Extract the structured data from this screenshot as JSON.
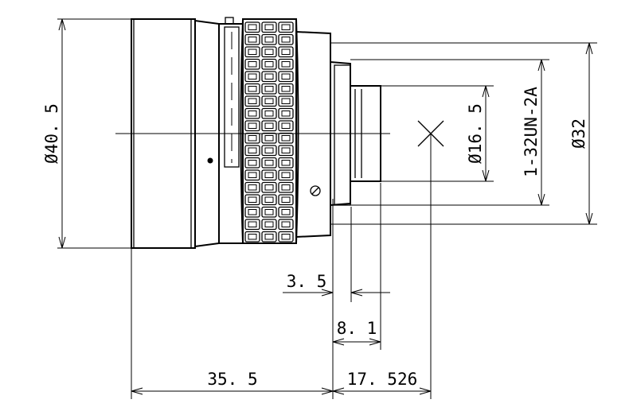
{
  "dimensions": {
    "outer_diameter": "Ø40. 5",
    "mount_diameter": "Ø32",
    "thread_spec": "1-32UN-2A",
    "inner_diameter": "Ø16. 5",
    "flange_offset": "3. 5",
    "rear_protrusion": "8. 1",
    "lens_length": "35. 5",
    "flange_focal_distance": "17. 526"
  },
  "colors": {
    "line": "#000000",
    "background": "#ffffff"
  }
}
